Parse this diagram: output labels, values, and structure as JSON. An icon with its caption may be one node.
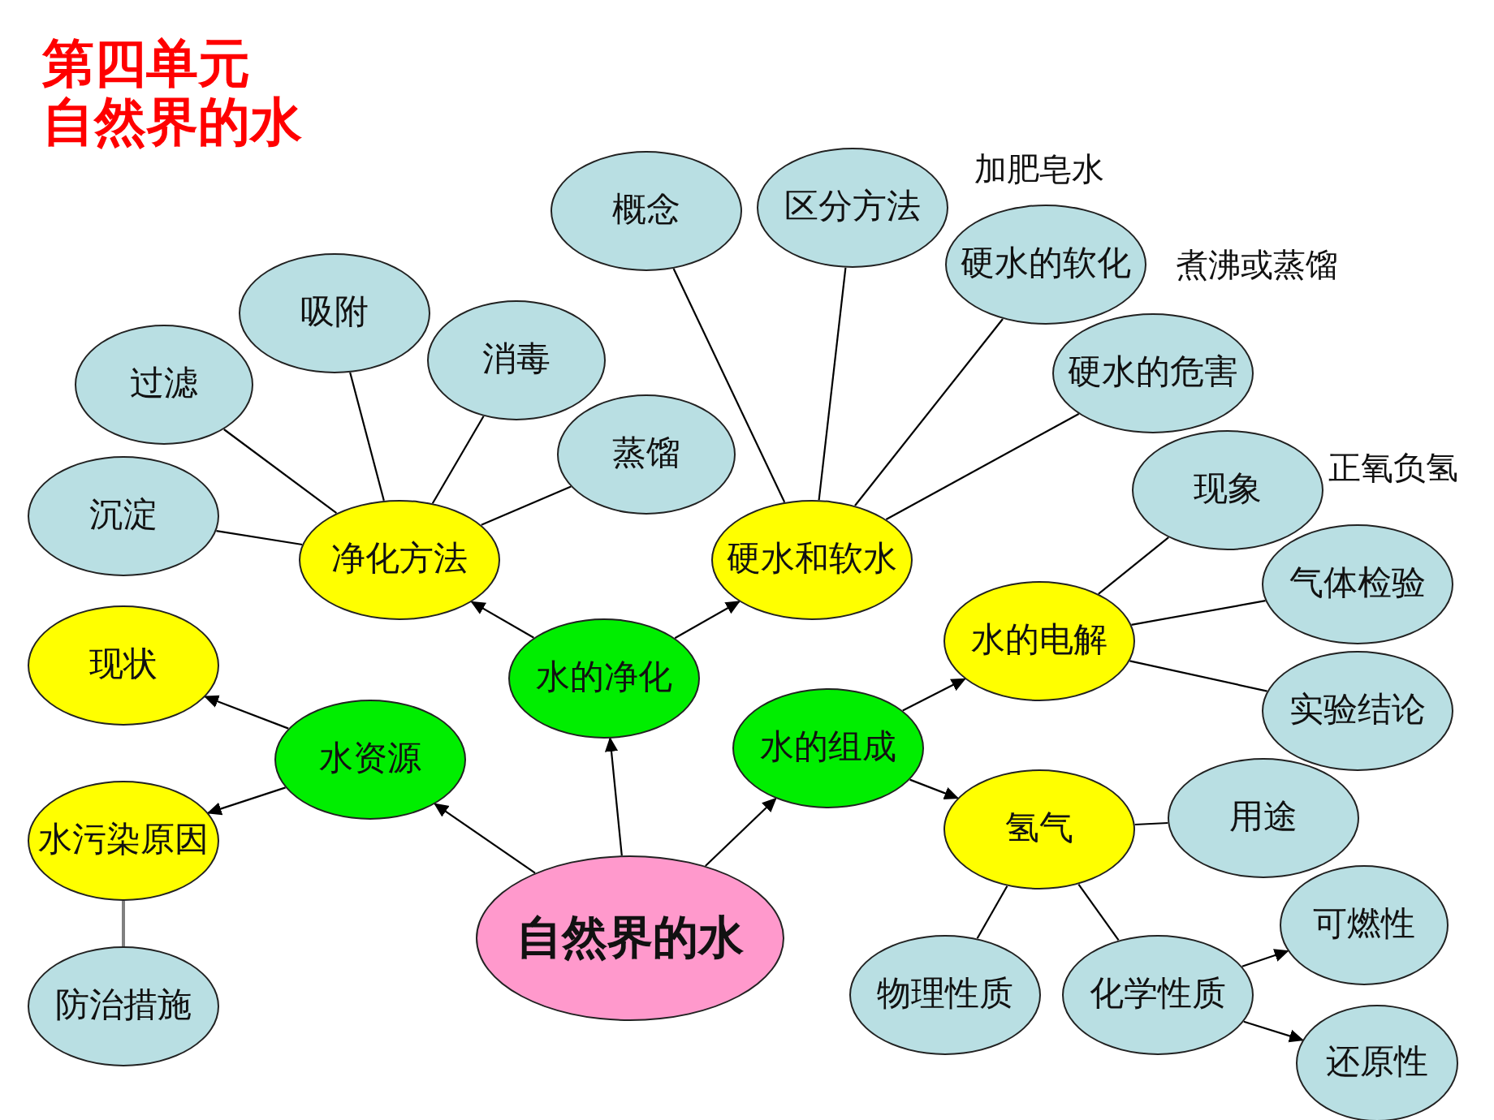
{
  "diagram": {
    "title": "第四单元自然界的水",
    "nodes": [
      {
        "text": [
          "概念"
        ]
      },
      {
        "text": [
          "区分方法"
        ],
        "beside": [
          "加肥皂水"
        ]
      },
      {
        "text": [
          "硬水的软化"
        ],
        "beside": [
          "煮沸或蒸馏"
        ]
      },
      {
        "text": [
          "吸附"
        ]
      },
      {
        "text": [
          "过滤"
        ]
      },
      {
        "text": [
          "消毒"
        ]
      },
      {
        "text": [
          "硬水的危害"
        ]
      },
      {
        "text": [
          "蒸馏"
        ]
      },
      {
        "text": [
          "现象"
        ],
        "beside": [
          "正氧负氢"
        ]
      },
      {
        "text": [
          "沉淀"
        ]
      },
      {
        "text": [
          "净化方法"
        ]
      },
      {
        "text": [
          "硬水和软水"
        ]
      },
      {
        "text": [
          "气体检验"
        ]
      },
      {
        "text": [
          "现状"
        ]
      },
      {
        "text": [
          "水的净化"
        ]
      },
      {
        "text": [
          "水的电解"
        ]
      },
      {
        "text": [
          "实验结论"
        ]
      },
      {
        "text": [
          "水资源"
        ]
      },
      {
        "text": [
          "水的组成"
        ]
      },
      {
        "text": [
          "水污染原因"
        ]
      },
      {
        "text": [
          "氢气"
        ]
      },
      {
        "text": [
          "用途"
        ]
      },
      {
        "text": [
          "可燃性"
        ]
      },
      {
        "text": [
          "自然界的水"
        ]
      },
      {
        "text": [
          "物理性质"
        ]
      },
      {
        "text": [
          "化学性质"
        ]
      },
      {
        "text": [
          "防治措施"
        ]
      },
      {
        "text": [
          "还原性"
        ]
      }
    ],
    "edges": [
      {
        "from": 10,
        "to": 9,
        "arrow": "none"
      },
      {
        "from": 10,
        "to": 4,
        "arrow": "none"
      },
      {
        "from": 10,
        "to": 3,
        "arrow": "none"
      },
      {
        "from": 10,
        "to": 5,
        "arrow": "none"
      },
      {
        "from": 10,
        "to": 7,
        "arrow": "none"
      },
      {
        "from": 11,
        "to": 0,
        "arrow": "none"
      },
      {
        "from": 11,
        "to": 1,
        "arrow": "none"
      },
      {
        "from": 11,
        "to": 2,
        "arrow": "none"
      },
      {
        "from": 11,
        "to": 6,
        "arrow": "none"
      },
      {
        "from": 15,
        "to": 8,
        "arrow": "none"
      },
      {
        "from": 15,
        "to": 12,
        "arrow": "none"
      },
      {
        "from": 15,
        "to": 16,
        "arrow": "none"
      },
      {
        "from": 19,
        "to": 26,
        "arrow": "none",
        "color": "#808080"
      },
      {
        "from": 20,
        "to": 21,
        "arrow": "none"
      },
      {
        "from": 20,
        "to": 24,
        "arrow": "none"
      },
      {
        "from": 20,
        "to": 25,
        "arrow": "none"
      },
      {
        "from": 23,
        "to": 17,
        "arrow": "to"
      },
      {
        "from": 23,
        "to": 14,
        "arrow": "to"
      },
      {
        "from": 23,
        "to": 18,
        "arrow": "to"
      },
      {
        "from": 17,
        "to": 13,
        "arrow": "to"
      },
      {
        "from": 17,
        "to": 19,
        "arrow": "to"
      },
      {
        "from": 14,
        "to": 10,
        "arrow": "to"
      },
      {
        "from": 14,
        "to": 11,
        "arrow": "to"
      },
      {
        "from": 18,
        "to": 15,
        "arrow": "to"
      },
      {
        "from": 18,
        "to": 20,
        "arrow": "to"
      },
      {
        "from": 25,
        "to": 22,
        "arrow": "to"
      },
      {
        "from": 25,
        "to": 27,
        "arrow": "to"
      }
    ]
  }
}
